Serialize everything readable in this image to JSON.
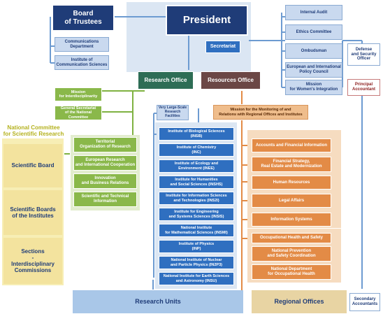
{
  "top": {
    "president": "President",
    "board": "Board\nof Trustees",
    "communications": "Communications\nDepartment",
    "institute_comm": "Institute of\nCommunication Sciences",
    "secretariat": "Secretariat"
  },
  "right_top": [
    "Internal Audit",
    "Ethics Committee",
    "Ombudsman",
    "European and International\nPolicy Council",
    "Mission\nfor Women's Integration"
  ],
  "side": {
    "defense": "Defense\nand Security\nOfficer",
    "principal": "Principal\nAccountant",
    "secondary": "Secondary\nAccountants"
  },
  "offices": {
    "research": "Research Office",
    "resources": "Resources Office"
  },
  "research_left": {
    "mission_inter": "Mission\nfor Interdisciplinarity",
    "gen_secretariat": "General Secretariat\nof the National Committee",
    "items": [
      "Territorial\nOrganization of Research",
      "European Research\nand International Cooperation",
      "Innovation\nand Business Relations",
      "Scientific and Technical\nInformation"
    ]
  },
  "committee": {
    "title": "National Committee\nfor Scientific Research",
    "items": [
      "Scientific Board",
      "Scientific Boards\nof the Institutes",
      "Sections\n-\nInterdisciplinary\nCommissions"
    ]
  },
  "facilities": "Very Large-Scale\nResearch Facilities",
  "institutes": [
    "Institute of Biological Sciences\n(INSB)",
    "Institute of Chemistry\n(INC)",
    "Institute of Ecology and\nEnvironment (INEE)",
    "Institute for Humanities\nand Social Sciences (INSHS)",
    "Institute for Information Sciences\nand Technologies (INS2I)",
    "Institute for Engineering\nand Systems Sciences (INSIS)",
    "National Institute\nfor Mathematical Sciences (INSMI)",
    "Institute of Physics\n(INP)",
    "National Institute of Nuclear\nand Particle Physics (IN2P3)",
    "National Institute for Earth Sciences\nand Astronomy (INSU)"
  ],
  "resources_right": {
    "mission_monitoring": "Mission for the Monitoring of and\nRelations with Regional Offices and Institutes",
    "items": [
      "Accounts and Financial Information",
      "Financial Strategy,\nReal Estate and Modernization",
      "Human Resources",
      "Legal Affairs",
      "Information Systems"
    ],
    "health": [
      "Occupational Health and Safety",
      "National Prevention\nand Safety Coordination",
      "National Department\nfor Occupational Health"
    ]
  },
  "bottom": {
    "research_units": "Research Units",
    "regional_offices": "Regional Offices"
  }
}
